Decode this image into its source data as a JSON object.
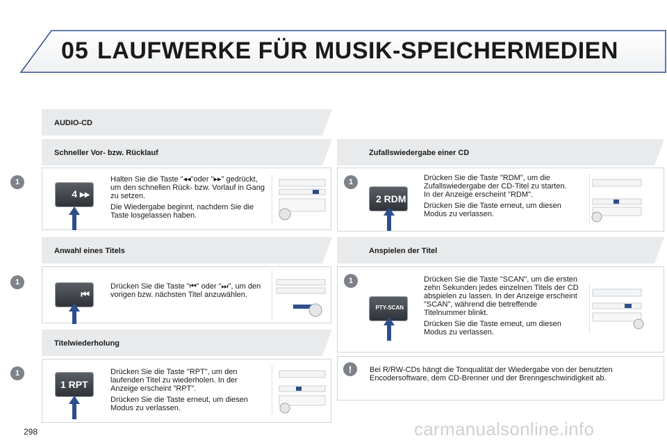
{
  "header": {
    "chapter_number": "05",
    "chapter_title": "LAUFWERKE FÜR MUSIK-SPEICHERMEDIEN"
  },
  "sections": {
    "audio_cd": {
      "title": "AUDIO-CD"
    },
    "fast_forward": {
      "title": "Schneller Vor- bzw. Rücklauf",
      "step": "1",
      "button_label": "4 ▸▸",
      "text1": "Halten Sie die Taste \"◂◂\"oder \"▸▸\" gedrückt, um den schnellen Rück- bzw. Vorlauf in Gang zu setzen.",
      "text2": "Die Wiedergabe beginnt, nachdem Sie die Taste losgelassen haben."
    },
    "track_select": {
      "title": "Anwahl eines Titels",
      "step": "1",
      "button_label": "⏮",
      "text1": "Drücken Sie die Taste \"⏮\" oder \"⏭\", um den vorigen bzw. nächsten Titel anzuwählen."
    },
    "repeat": {
      "title": "Titelwiederholung",
      "step": "1",
      "button_label": "1 RPT",
      "text1": "Drücken Sie die Taste \"RPT\", um den laufenden Titel zu wiederholen. In der Anzeige erscheint \"RPT\".",
      "text2": "Drücken Sie die Taste erneut, um diesen Modus zu verlassen."
    },
    "random": {
      "title": "Zufallswiedergabe einer CD",
      "step": "1",
      "button_label": "2 RDM",
      "text1": "Drücken Sie die Taste \"RDM\", um die Zufallswiedergabe der CD-Titel zu starten. In der Anzeige erscheint \"RDM\".",
      "text2": "Drücken Sie die Taste erneut, um diesen Modus zu verlassen."
    },
    "scan": {
      "title": "Anspielen der Titel",
      "step": "1",
      "button_label": "PTY-SCAN",
      "text1": "Drücken Sie die Taste \"SCAN\", um die ersten zehn Sekunden jedes einzelnen Titels der CD abspielen zu lassen. In der Anzeige erscheint \"SCAN\", während die betreffende Titelnummer blinkt.",
      "text2": "Drücken Sie die Taste erneut, um diesen Modus zu verlassen."
    },
    "note": {
      "icon": "!",
      "text": "Bei R/RW-CDs hängt die Tonqualität der Wiedergabe von der benutzten Encodersoftware, dem CD-Brenner und der Brenngeschwindigkeit ab."
    }
  },
  "footer": {
    "page_number": "298",
    "watermark": "carmanualsonline.info"
  },
  "colors": {
    "bar": "#e6e8ea",
    "border": "#cfd4d8",
    "badge": "#7d8288",
    "arrow": "#2d4e8a"
  }
}
